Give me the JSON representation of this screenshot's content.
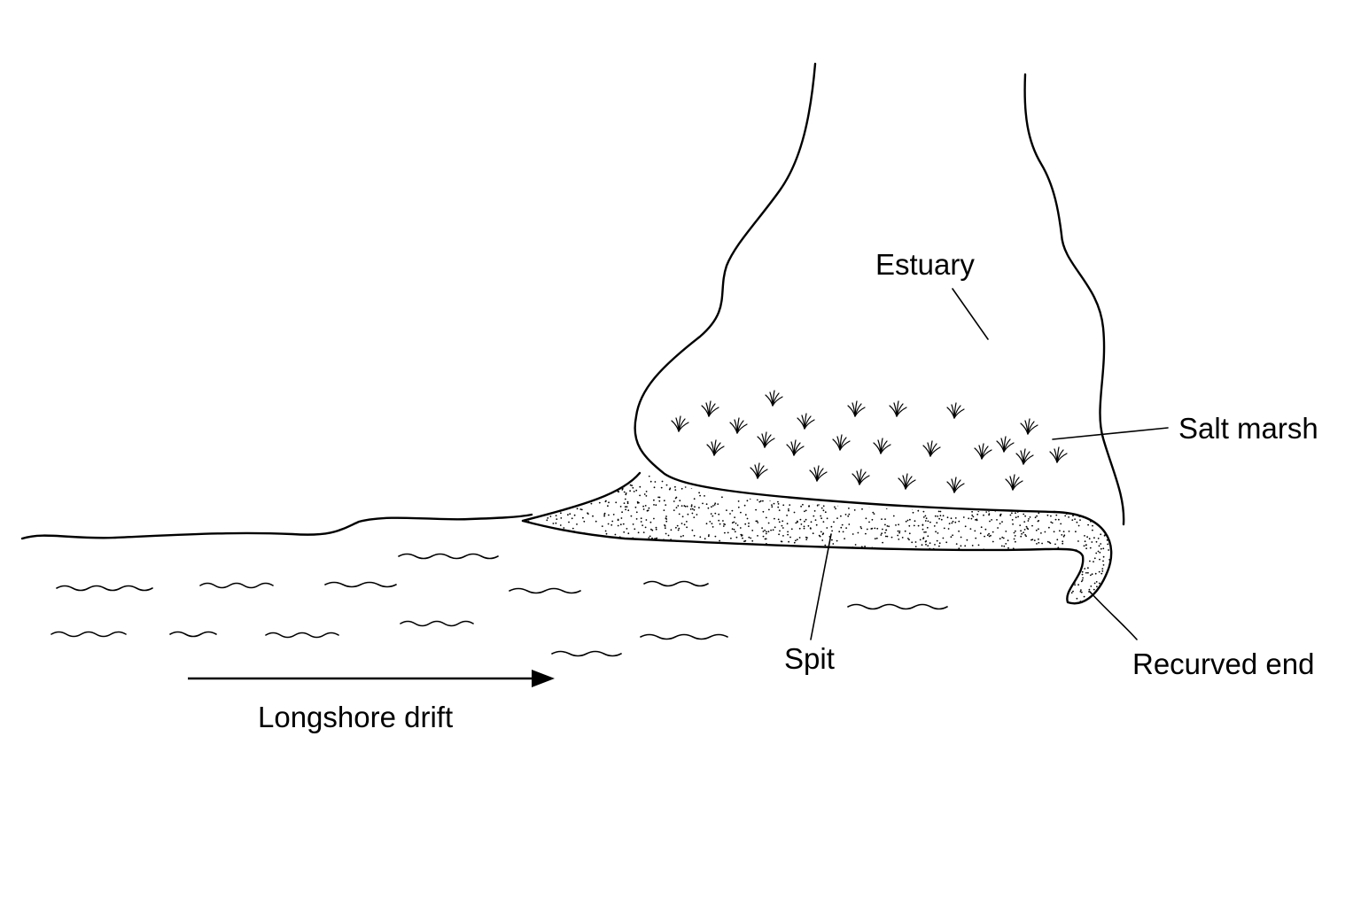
{
  "labels": {
    "estuary": "Estuary",
    "salt_marsh": "Salt marsh",
    "spit": "Spit",
    "recurved_end": "Recurved end",
    "longshore_drift": "Longshore drift"
  },
  "colors": {
    "ink": "#000000",
    "background": "#ffffff"
  }
}
